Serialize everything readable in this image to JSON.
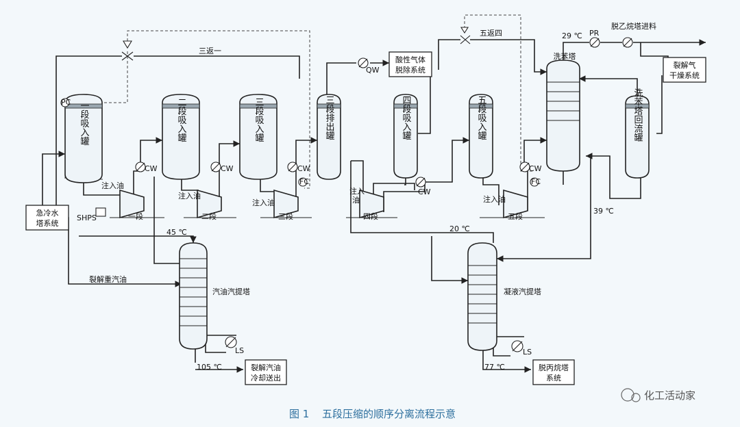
{
  "figure": {
    "caption_num": "图 1",
    "caption_text": "五段压缩的顺序分离流程示意",
    "watermark": "化工活动家"
  },
  "drums": [
    {
      "id": "d1",
      "label": "一段吸入罐"
    },
    {
      "id": "d2",
      "label": "二段吸入罐"
    },
    {
      "id": "d3",
      "label": "三段吸入罐"
    },
    {
      "id": "d4",
      "label": "三段排出罐"
    },
    {
      "id": "d5",
      "label": "四段吸入罐"
    },
    {
      "id": "d6",
      "label": "五段吸入罐"
    },
    {
      "id": "d7",
      "label": "洗苯塔回流罐"
    }
  ],
  "compressors": [
    "一段",
    "二段",
    "三段",
    "四段",
    "五段"
  ],
  "columns": {
    "wash": "洗苯塔",
    "gasoline": "汽油汽提塔",
    "condensate": "凝液汽提塔"
  },
  "boxes": {
    "quench": [
      "急冷水",
      "塔系统"
    ],
    "acid": [
      "酸性气体",
      "脱除系统"
    ],
    "dryer": [
      "裂解气",
      "干燥系统"
    ],
    "gasoline_out": [
      "裂解汽油",
      "冷却送出"
    ],
    "depropanizer": [
      "脱丙烷塔",
      "系统"
    ]
  },
  "labels": {
    "return1": "三返一",
    "return4": "五返四",
    "deethanizer_feed": "脱乙烷塔进料",
    "inject_oil": "注入油",
    "inject_oil_v": [
      "注入",
      "油"
    ],
    "cw": "CW",
    "qw": "QW",
    "ls": "LS",
    "pc": "PC",
    "fc": "FC",
    "pr": "PR",
    "shps": "SHPS",
    "heavy_oil": "裂解重汽油",
    "t45": "45 ℃",
    "t20": "20 ℃",
    "t29": "29 ℃",
    "t39": "39 ℃",
    "t105": "105 ℃",
    "t77": "77 ℃"
  }
}
